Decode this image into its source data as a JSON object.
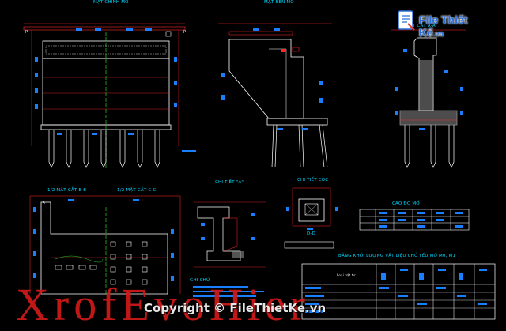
{
  "titles": {
    "front_view": "MẶT CHÍNH MỐ",
    "side_view": "MẶT BÊN MỐ",
    "section_aa": "MẶT CẮT A-A",
    "section_bb": "1/2 MẶT CẮT B-B",
    "section_cc": "1/2 MẶT CẮT C-C",
    "detail_a": "CHI TIẾT \"A\"",
    "detail_pile": "CHI TIẾT CỌC",
    "detail_dd": "D-D",
    "elevation_table": "CAO ĐỘ MỐ",
    "materials_table": "BẢNG KHỐI LƯỢNG VẬT LIỆU CHỦ YẾU MỐ M0, M1",
    "materials_first_col": "Loại vật tư",
    "notes": "GHI CHÚ"
  },
  "brand": {
    "name": "File Thiết Kế",
    "domain": ".vn",
    "copyright": "Copyright © FileThietKe.vn",
    "watermark": "XrofEvoHier"
  },
  "colors": {
    "background": "#000000",
    "outline": "#ffffff",
    "dimension": "#ff2b2b",
    "text": "#00d8ff",
    "centerline": "#28d028",
    "tag": "#1a7fff",
    "hatch": "#9a9a9a"
  }
}
